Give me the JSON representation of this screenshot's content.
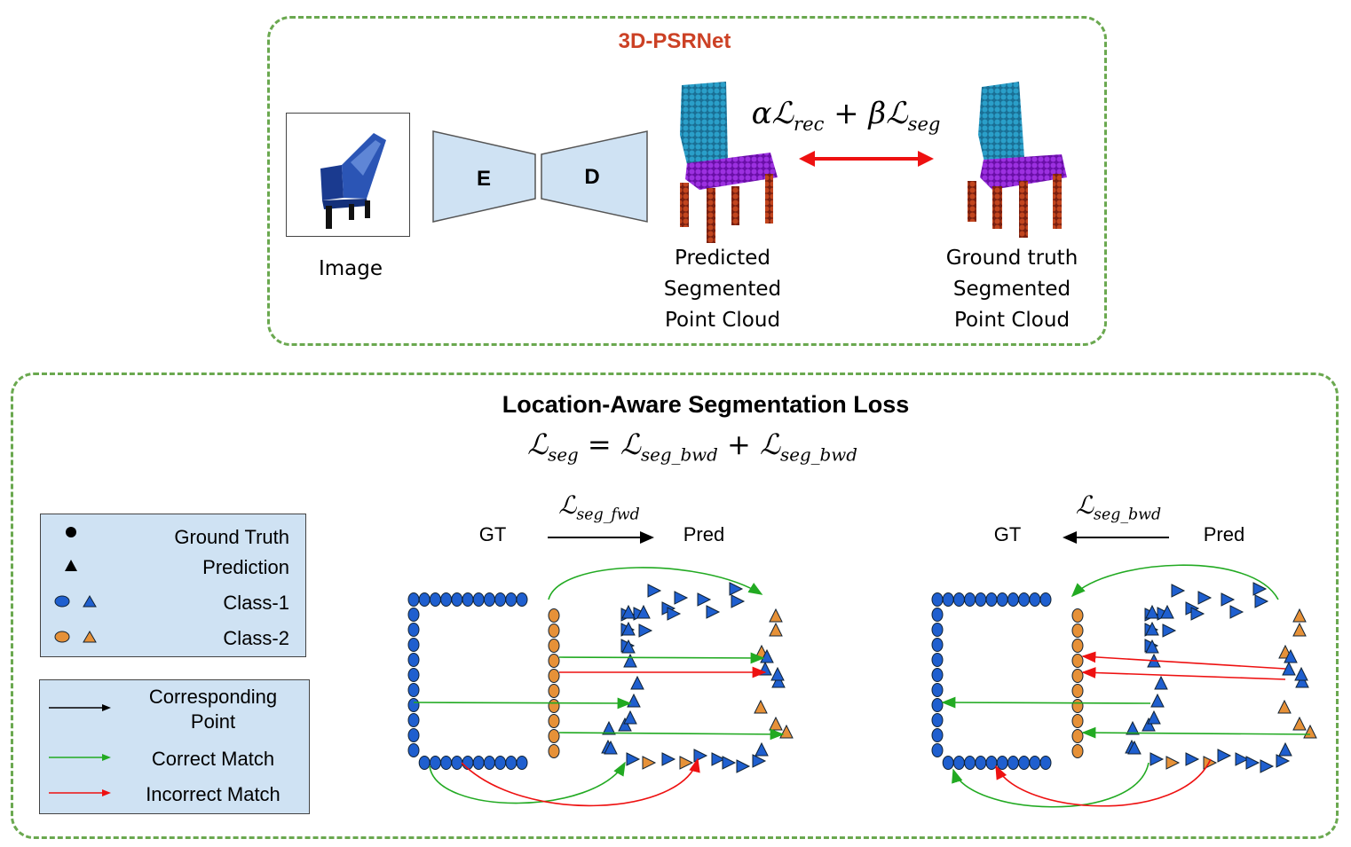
{
  "top_panel": {
    "title": "3D-PSRNet",
    "title_color": "#cc4125",
    "image_label": "Image",
    "encoder_label": "E",
    "decoder_label": "D",
    "loss_formula": "αℒrec + βℒseg",
    "pred_label": [
      "Predicted",
      "Segmented",
      "Point Cloud"
    ],
    "gt_label": [
      "Ground truth",
      "Segmented",
      "Point Cloud"
    ]
  },
  "bottom_panel": {
    "title": "Location-Aware Segmentation Loss",
    "formula": "ℒseg = ℒseg_bwd + ℒseg_bwd",
    "left_diagram": {
      "loss": "ℒseg_fwd",
      "from": "GT",
      "to": "Pred"
    },
    "right_diagram": {
      "loss": "ℒseg_bwd",
      "from": "GT",
      "to": "Pred"
    }
  },
  "legend_shapes": {
    "ground_truth": "Ground Truth",
    "prediction": "Prediction",
    "class1": "Class-1",
    "class2": "Class-2"
  },
  "legend_arrows": {
    "corresponding": [
      "Corresponding",
      "Point"
    ],
    "correct": "Correct Match",
    "incorrect": "Incorrect Match"
  },
  "colors": {
    "panel_border": "#6aa84f",
    "class1": "#1f5fcf",
    "class2": "#e69138",
    "correct": "#22aa22",
    "incorrect": "#ee1111",
    "box_fill": "#cfe2f3"
  }
}
